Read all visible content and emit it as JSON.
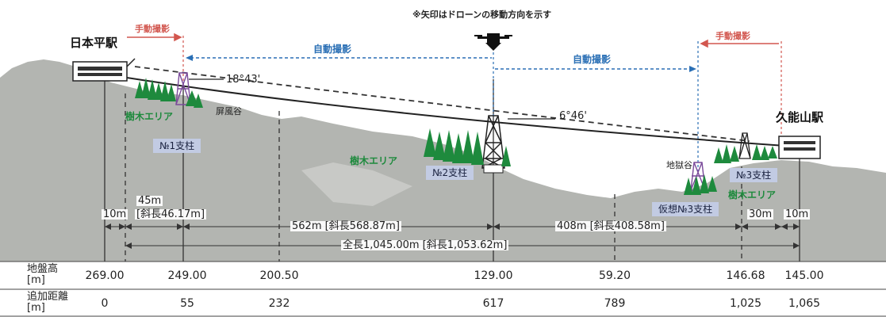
{
  "note": "※矢印はドローンの移動方向を示す",
  "stations": {
    "left": "日本平駅",
    "right": "久能山駅"
  },
  "labels": {
    "manual_left": "手動撮影",
    "manual_right": "手動撮影",
    "auto_left": "自動撮影",
    "auto_right": "自動撮影",
    "tree_area_1": "樹木エリア",
    "tree_area_2": "樹木エリア",
    "tree_area_3": "樹木エリア",
    "pillar_1": "№1支柱",
    "pillar_2": "№2支柱",
    "pillar_3": "№3支柱",
    "pillar_virtual": "仮想№3支柱",
    "angle_1": "18°43'",
    "angle_2": "6°46'",
    "place_1": "屏風谷",
    "place_2": "地獄谷"
  },
  "dimensions": {
    "d45": "45m",
    "d10a": "10m",
    "d46": "[斜長46.17m]",
    "d562": "562m [斜長568.87m]",
    "d408": "408m [斜長408.58m]",
    "d30": "30m",
    "d10b": "10m",
    "total": "全長1,045.00m [斜長1,053.62m]"
  },
  "table": {
    "row1_header": "地盤高\n[m]",
    "row2_header": "追加距離\n[m]",
    "elevation": [
      "269.00",
      "249.00",
      "200.50",
      "129.00",
      "59.20",
      "146.68",
      "145.00"
    ],
    "distance": [
      "0",
      "55",
      "232",
      "617",
      "789",
      "1,025",
      "1,065"
    ]
  },
  "colors": {
    "terrain": "#b3b5b1",
    "manual": "#d2574f",
    "auto": "#2a6fb5",
    "tree": "#1e8a3d",
    "pillar_label_bg": "#c2cbe3"
  }
}
